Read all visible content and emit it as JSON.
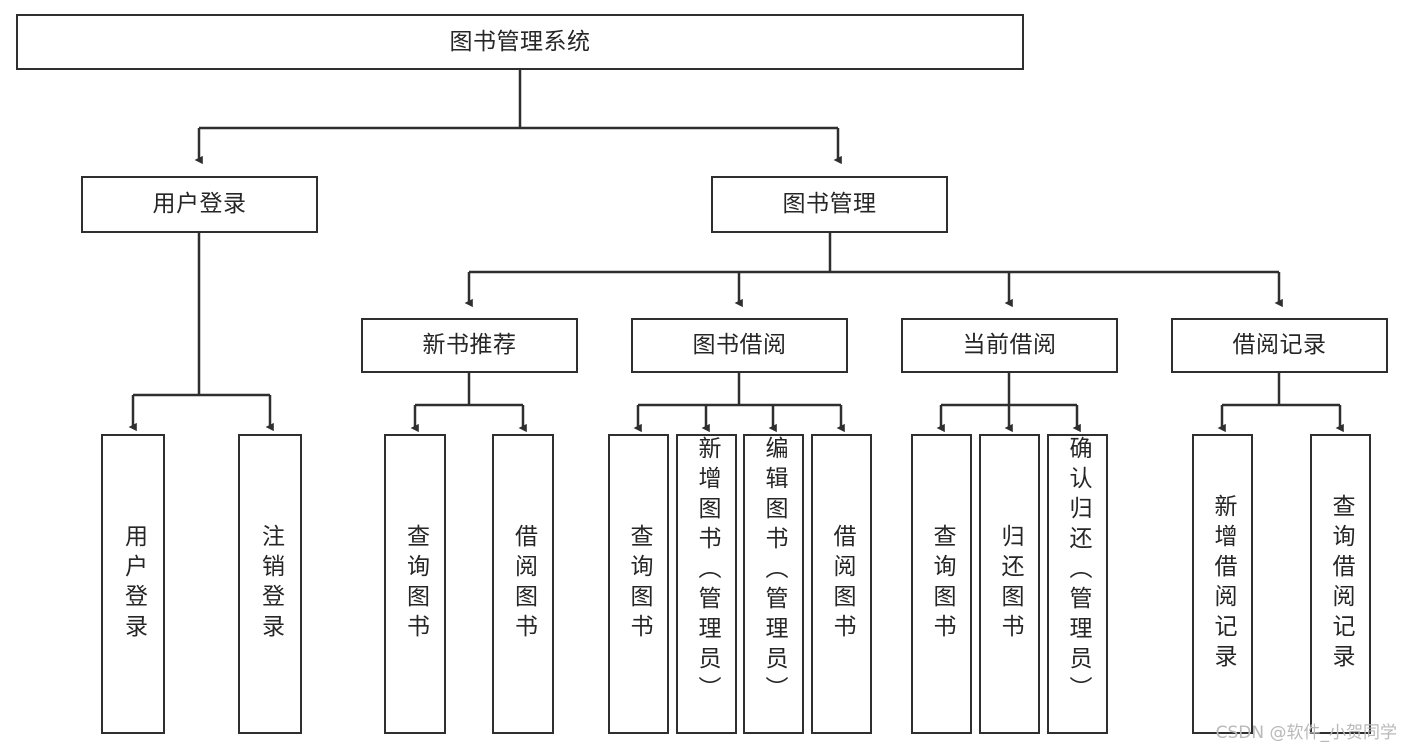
{
  "diagram": {
    "title": "图书管理系统",
    "type": "tree-hierarchy",
    "stroke_color": "#2f2f2f",
    "text_color": "#262626",
    "background_color": "#ffffff",
    "watermark": "CSDN @软件_小贺同学",
    "nodes": {
      "root": {
        "label": "图书管理系统"
      },
      "l1": [
        {
          "id": "user-login",
          "label": "用户登录"
        },
        {
          "id": "book-manage",
          "label": "图书管理"
        }
      ],
      "l2": [
        {
          "id": "new-book-recommend",
          "label": "新书推荐"
        },
        {
          "id": "book-borrow",
          "label": "图书借阅"
        },
        {
          "id": "current-borrow",
          "label": "当前借阅"
        },
        {
          "id": "borrow-record",
          "label": "借阅记录"
        }
      ],
      "leaves": {
        "user_login": [
          {
            "id": "leaf-user-login",
            "label": "用户登录"
          },
          {
            "id": "leaf-user-logout",
            "label": "注销登录"
          }
        ],
        "new_book_recommend": [
          {
            "id": "leaf-query-book-1",
            "label": "查询图书"
          },
          {
            "id": "leaf-borrow-book-1",
            "label": "借阅图书"
          }
        ],
        "book_borrow": [
          {
            "id": "leaf-query-book-2",
            "label": "查询图书"
          },
          {
            "id": "leaf-add-book",
            "label": "新增图书（管理员）"
          },
          {
            "id": "leaf-edit-book",
            "label": "编辑图书（管理员）"
          },
          {
            "id": "leaf-borrow-book-2",
            "label": "借阅图书"
          }
        ],
        "current_borrow": [
          {
            "id": "leaf-query-book-3",
            "label": "查询图书"
          },
          {
            "id": "leaf-return-book",
            "label": "归还图书"
          },
          {
            "id": "leaf-confirm-return",
            "label": "确认归还（管理员）"
          }
        ],
        "borrow_record": [
          {
            "id": "leaf-add-record",
            "label": "新增借阅记录"
          },
          {
            "id": "leaf-query-record",
            "label": "查询借阅记录"
          }
        ]
      }
    }
  }
}
